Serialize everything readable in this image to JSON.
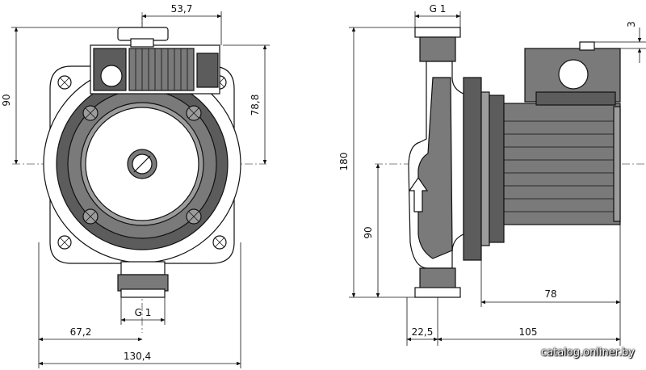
{
  "front_view": {
    "dim_top": "53,7",
    "dim_left_height": "90",
    "dim_right_height": "78,8",
    "thread": "G 1",
    "dim_center_offset": "67,2",
    "dim_total_width": "130,4"
  },
  "side_view": {
    "thread": "G 1",
    "dim_top_small": "3",
    "dim_total_height": "180",
    "dim_center_height": "90",
    "dim_motor_length": "78",
    "dim_flange_offset": "22,5",
    "dim_total_length": "105"
  },
  "watermark": "catalog.onliner.by"
}
